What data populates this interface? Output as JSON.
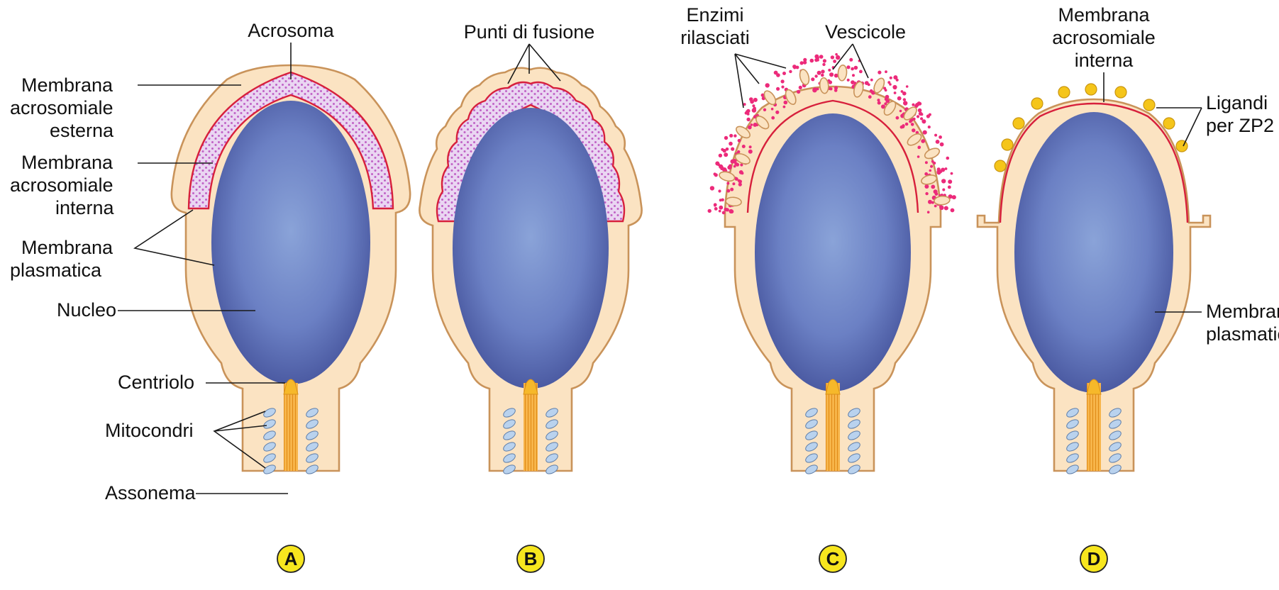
{
  "panels": [
    {
      "id": "A",
      "badge": "A",
      "labels": {
        "acrosoma": "Acrosoma",
        "outer_membrane": [
          "Membrana",
          "acrosomiale",
          "esterna"
        ],
        "inner_membrane": [
          "Membrana",
          "acrosomiale",
          "interna"
        ],
        "plasma_membrane": [
          "Membrana",
          "plasmatica"
        ],
        "nucleus": "Nucleo",
        "centriole": "Centriolo",
        "mitochondria": "Mitocondri",
        "axoneme": "Assonema"
      }
    },
    {
      "id": "B",
      "badge": "B",
      "labels": {
        "fusion_points": "Punti di fusione"
      }
    },
    {
      "id": "C",
      "badge": "C",
      "labels": {
        "released_enzymes": [
          "Enzimi",
          "rilasciati"
        ],
        "vesicles": "Vescicole"
      }
    },
    {
      "id": "D",
      "badge": "D",
      "labels": {
        "inner_membrane": [
          "Membrana",
          "acrosomiale",
          "interna"
        ],
        "zp2_ligands": [
          "Ligandi",
          "per ZP2"
        ],
        "plasma_membrane": [
          "Membrana",
          "plasmatica"
        ]
      }
    }
  ],
  "colors": {
    "cytoplasm": "#fbe3c2",
    "membrane_outline": "#c9935a",
    "nucleus_dark": "#3f4c95",
    "nucleus_light": "#8aa3d8",
    "acrosome_fill": "#ead6f2",
    "acrosome_dots": "#c062c6",
    "acrosomal_membrane": "#d7203c",
    "enzymes": "#ec2a7a",
    "axoneme": "#f4a62a",
    "centriole": "#f6b82a",
    "mitochondria": "#b9d2ee",
    "ligand": "#f5c51a",
    "badge_fill": "#f7e61e"
  }
}
